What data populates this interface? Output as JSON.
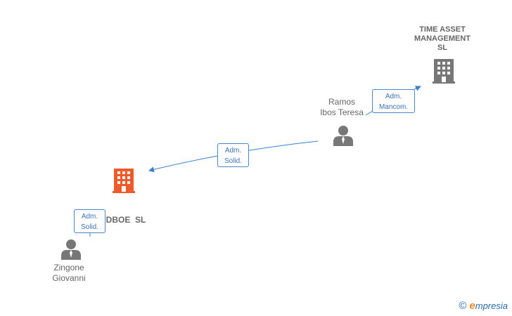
{
  "nodes": {
    "time_asset": {
      "lines": [
        "TIME ASSET",
        "MANAGEMENT",
        "SL"
      ],
      "type": "company"
    },
    "ramos": {
      "lines": [
        "Ramos",
        "Ibos Teresa"
      ],
      "type": "person"
    },
    "bidboe": {
      "lines": [
        "BIDBOE  SL"
      ],
      "type": "company",
      "highlight": true
    },
    "zingone": {
      "lines": [
        "Zingone",
        "Giovanni"
      ],
      "type": "person"
    }
  },
  "edges": {
    "ramos_time_asset": {
      "line1": "Adm.",
      "line2": "Mancom."
    },
    "ramos_bidboe": {
      "line1": "Adm.",
      "line2": "Solid."
    },
    "zingone_bidboe": {
      "line1": "Adm.",
      "line2": "Solid."
    }
  },
  "colors": {
    "company_icon": "#777777",
    "main_company_icon": "#f0592a",
    "person_icon": "#777777",
    "edge": "#3b7fc4"
  },
  "brand": {
    "copyright": "©",
    "initial": "e",
    "name": "mpresia"
  }
}
